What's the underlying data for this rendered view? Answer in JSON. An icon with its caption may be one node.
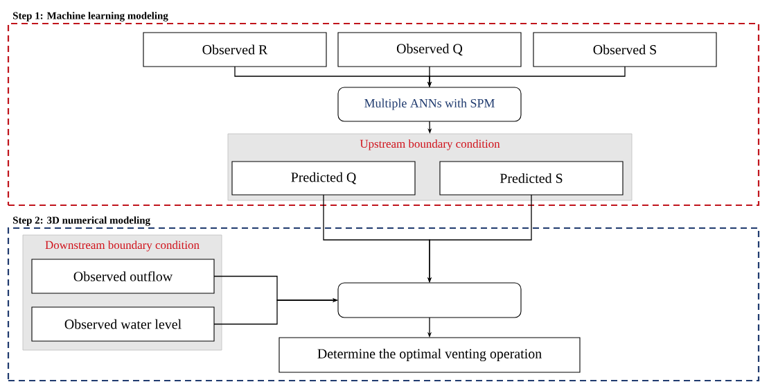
{
  "diagram": {
    "nodes": [
      {
        "text": [
          "Step 1: Machine learning modeling"
        ]
      },
      {
        "text": [
          "Observed R"
        ],
        "in": 0
      },
      {
        "text": [
          "Observed Q"
        ],
        "in": 0
      },
      {
        "text": [
          "Observed S"
        ],
        "in": 0
      },
      {
        "text": [
          "Multiple ANNs with SPM"
        ],
        "in": 0
      },
      {
        "text": [
          "Upstream boundary condition"
        ],
        "in": 0
      },
      {
        "text": [
          "Predicted Q"
        ],
        "in": 5
      },
      {
        "text": [
          "Predicted S"
        ],
        "in": 5
      },
      {
        "text": [
          "Step 2: 3D numerical modeling"
        ]
      },
      {
        "text": [
          "Downstream boundary condition"
        ],
        "in": 8
      },
      {
        "text": [
          "Observed outflow"
        ],
        "in": 9
      },
      {
        "text": [
          "Observed water level"
        ],
        "in": 9
      },
      {
        "text": [],
        "shape": "box",
        "in": 8
      },
      {
        "text": [
          "Determine the optimal venting operation"
        ],
        "in": 8
      }
    ],
    "edges": [
      {
        "from": 1,
        "to": 4,
        "arrow": "to"
      },
      {
        "from": 2,
        "to": 4,
        "arrow": "to"
      },
      {
        "from": 3,
        "to": 4,
        "arrow": "to"
      },
      {
        "from": 4,
        "to": 5,
        "arrow": "to"
      },
      {
        "from": 6,
        "to": 12,
        "arrow": "to"
      },
      {
        "from": 7,
        "to": 12,
        "arrow": "to"
      },
      {
        "from": 10,
        "to": 12,
        "arrow": "to"
      },
      {
        "from": 11,
        "to": 12,
        "arrow": "to"
      },
      {
        "from": 12,
        "to": 13,
        "arrow": "to"
      }
    ]
  }
}
